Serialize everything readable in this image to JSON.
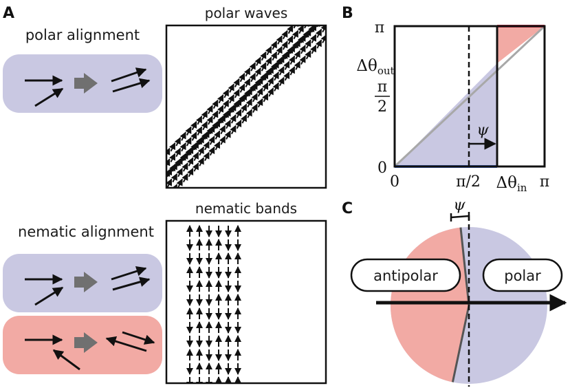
{
  "panel_a": {
    "letter": "A",
    "polar_alignment_label": "polar alignment",
    "nematic_alignment_label": "nematic alignment",
    "polar_waves_title": "polar waves",
    "nematic_bands_title": "nematic bands"
  },
  "panel_b": {
    "letter": "B",
    "y_top_tick": "π",
    "y_mid_num": "π",
    "y_mid_den": "2",
    "y_zero_tick": "0",
    "y_label_main": "Δθ",
    "y_label_sub": "out",
    "x_zero_tick": "0",
    "x_mid_tick": "π/2",
    "x_label_main": "Δθ",
    "x_label_sub": "in",
    "x_pi_tick": "π",
    "psi_label": "ψ"
  },
  "panel_c": {
    "letter": "C",
    "psi_label": "ψ",
    "antipolar_label": "antipolar",
    "polar_label": "polar"
  },
  "colors": {
    "polar_region": "#c9c8e2",
    "antipolar_region": "#f2aaa4",
    "arrow_gray": "#707070",
    "blue_line": "#3a64c8",
    "red_line": "#e0304a",
    "diagonal": "#a8a8a8"
  }
}
